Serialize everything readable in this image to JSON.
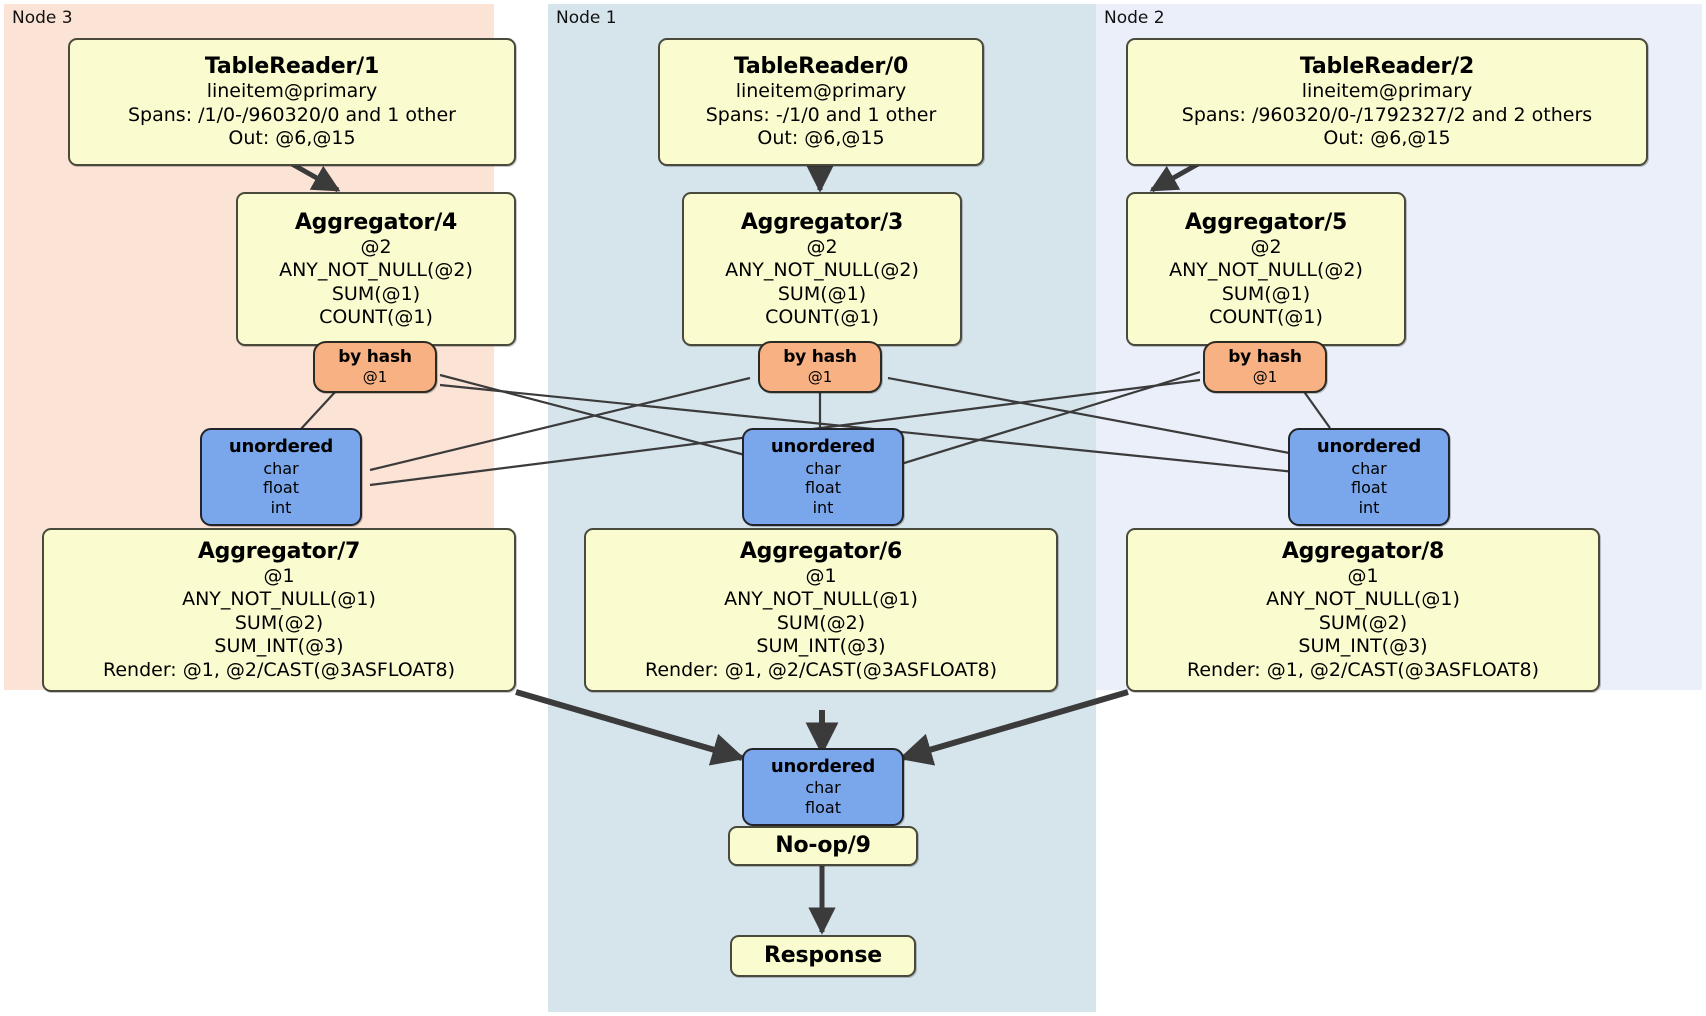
{
  "diagram": {
    "type": "distsql-flow-plan",
    "title": "",
    "colors": {
      "node3_panel": "#FBE3D6",
      "node1_panel": "#D6E4EC",
      "node2_panel": "#EAEFF9",
      "processor_fill": "#FBFBD0",
      "router_fill": "#F8B183",
      "sync_fill": "#7AA7EC",
      "edge": "#3B3B3B",
      "border": "#3D3D33"
    }
  },
  "panels": [
    {
      "label": "Node 3"
    },
    {
      "label": "Node 1"
    },
    {
      "label": "Node 2"
    }
  ],
  "nodes": {
    "table_reader_1": {
      "title": "TableReader/1",
      "lines": [
        "lineitem@primary",
        "Spans: /1/0-/960320/0 and 1 other",
        "Out: @6,@15"
      ]
    },
    "table_reader_0": {
      "title": "TableReader/0",
      "lines": [
        "lineitem@primary",
        "Spans: -/1/0 and 1 other",
        "Out: @6,@15"
      ]
    },
    "table_reader_2": {
      "title": "TableReader/2",
      "lines": [
        "lineitem@primary",
        "Spans: /960320/0-/1792327/2 and 2 others",
        "Out: @6,@15"
      ]
    },
    "aggregator_4": {
      "title": "Aggregator/4",
      "lines": [
        "@2",
        "ANY_NOT_NULL(@2)",
        "SUM(@1)",
        "COUNT(@1)"
      ]
    },
    "aggregator_3": {
      "title": "Aggregator/3",
      "lines": [
        "@2",
        "ANY_NOT_NULL(@2)",
        "SUM(@1)",
        "COUNT(@1)"
      ]
    },
    "aggregator_5": {
      "title": "Aggregator/5",
      "lines": [
        "@2",
        "ANY_NOT_NULL(@2)",
        "SUM(@1)",
        "COUNT(@1)"
      ]
    },
    "router_left": {
      "title": "by hash",
      "lines": [
        "@1"
      ]
    },
    "router_center": {
      "title": "by hash",
      "lines": [
        "@1"
      ]
    },
    "router_right": {
      "title": "by hash",
      "lines": [
        "@1"
      ]
    },
    "sync_left": {
      "title": "unordered",
      "lines": [
        "char",
        "float",
        "int"
      ]
    },
    "sync_center": {
      "title": "unordered",
      "lines": [
        "char",
        "float",
        "int"
      ]
    },
    "sync_right": {
      "title": "unordered",
      "lines": [
        "char",
        "float",
        "int"
      ]
    },
    "aggregator_7": {
      "title": "Aggregator/7",
      "lines": [
        "@1",
        "ANY_NOT_NULL(@1)",
        "SUM(@2)",
        "SUM_INT(@3)",
        "Render: @1, @2/CAST(@3ASFLOAT8)"
      ]
    },
    "aggregator_6": {
      "title": "Aggregator/6",
      "lines": [
        "@1",
        "ANY_NOT_NULL(@1)",
        "SUM(@2)",
        "SUM_INT(@3)",
        "Render: @1, @2/CAST(@3ASFLOAT8)"
      ]
    },
    "aggregator_8": {
      "title": "Aggregator/8",
      "lines": [
        "@1",
        "ANY_NOT_NULL(@1)",
        "SUM(@2)",
        "SUM_INT(@3)",
        "Render: @1, @2/CAST(@3ASFLOAT8)"
      ]
    },
    "sync_final": {
      "title": "unordered",
      "lines": [
        "char",
        "float"
      ]
    },
    "noop_9": {
      "title": "No-op/9",
      "lines": []
    },
    "response": {
      "title": "Response",
      "lines": []
    }
  }
}
